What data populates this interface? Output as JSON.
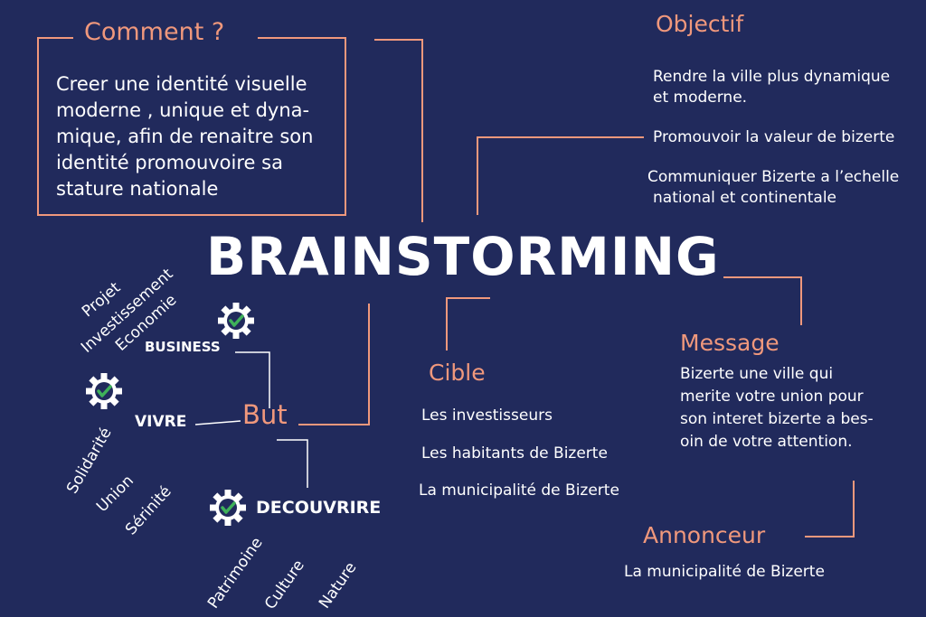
{
  "title": "BRAINSTORMING",
  "comment": {
    "heading": "Comment ?",
    "lines": [
      "Creer une identité visuelle",
      "moderne , unique et dyna-",
      "mique, afin de renaitre son",
      "identité promouvoire sa",
      "stature nationale"
    ]
  },
  "objectif": {
    "heading": "Objectif",
    "items": [
      "Rendre la ville plus dynamique",
      "et moderne.",
      "Promouvoir la valeur de bizerte",
      "Communiquer Bizerte a l’echelle",
      "national et continentale"
    ]
  },
  "cible": {
    "heading": "Cible",
    "items": [
      "Les investisseurs",
      "Les habitants de Bizerte",
      "La municipalité de Bizerte"
    ]
  },
  "message": {
    "heading": "Message",
    "lines": [
      "Bizerte une ville qui",
      "merite votre union pour",
      "son interet bizerte a bes-",
      "oin de  votre attention."
    ]
  },
  "annonceur": {
    "heading": "Annonceur",
    "text": "La municipalité de Bizerte"
  },
  "but": {
    "heading": "But",
    "business": {
      "label": "BUSINESS",
      "words": [
        "Projet",
        "Investissement",
        "Economie"
      ]
    },
    "vivre": {
      "label": "VIVRE",
      "words": [
        "Solidarité",
        "Union",
        "Sérinité"
      ]
    },
    "decouvrire": {
      "label": "DECOUVRIRE",
      "words": [
        "Patrimoine",
        "Culture",
        "Nature"
      ]
    }
  },
  "colors": {
    "background": "#212a5c",
    "accent": "#f0987c",
    "text": "#ffffff",
    "check": "#3fb15a"
  },
  "icons": [
    "gear-check-icon"
  ]
}
